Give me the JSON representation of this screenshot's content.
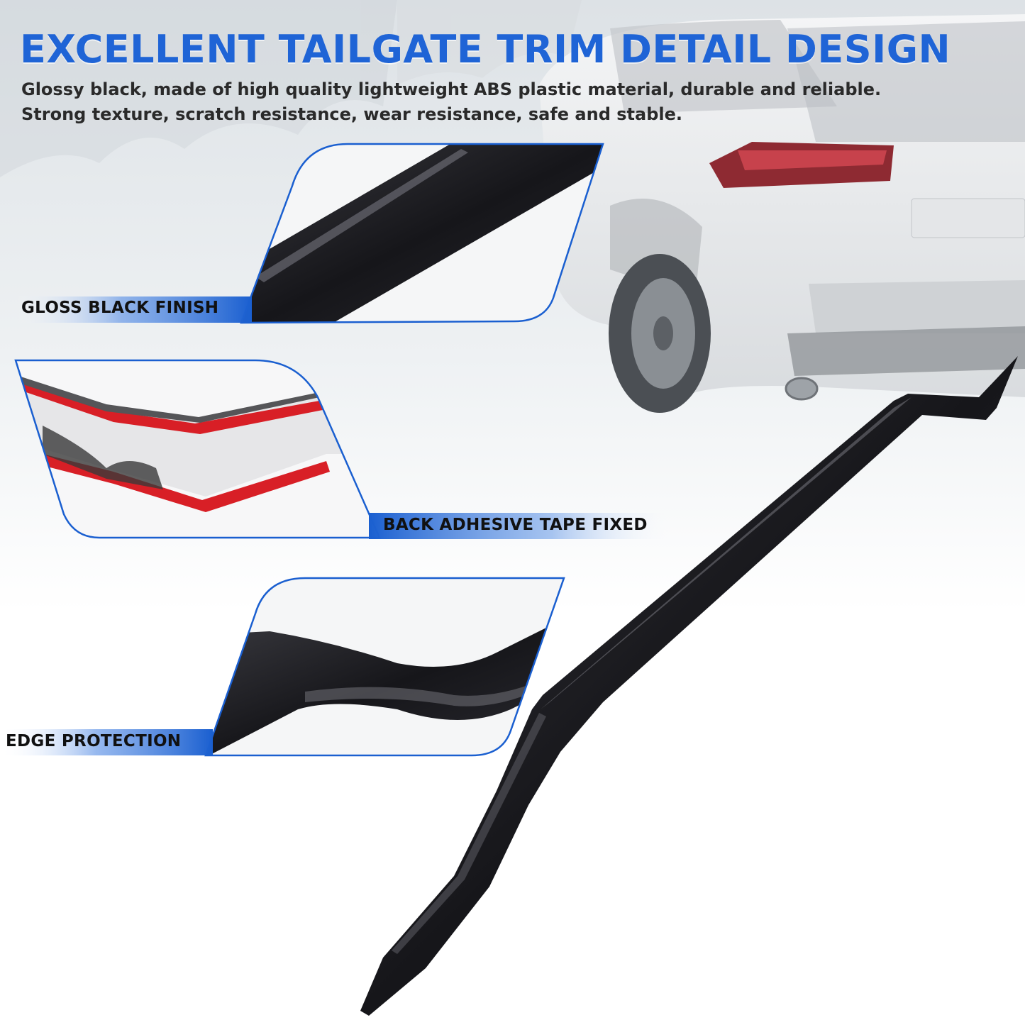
{
  "headline": "EXCELLENT TAILGATE TRIM DETAIL DESIGN",
  "description": {
    "line1": "Glossy black, made of high quality lightweight ABS plastic material, durable and reliable.",
    "line2": "Strong texture, scratch resistance, wear resistance, safe and stable."
  },
  "callouts": [
    {
      "label": "GLOSS BLACK FINISH"
    },
    {
      "label": "BACK ADHESIVE TAPE FIXED"
    },
    {
      "label": "EDGE PROTECTION"
    }
  ],
  "colors": {
    "headline_blue": "#1f64d6",
    "callout_blue": "#1a5fd0",
    "trim_black": "#1c1c20",
    "adhesive_red": "#d81f26"
  }
}
